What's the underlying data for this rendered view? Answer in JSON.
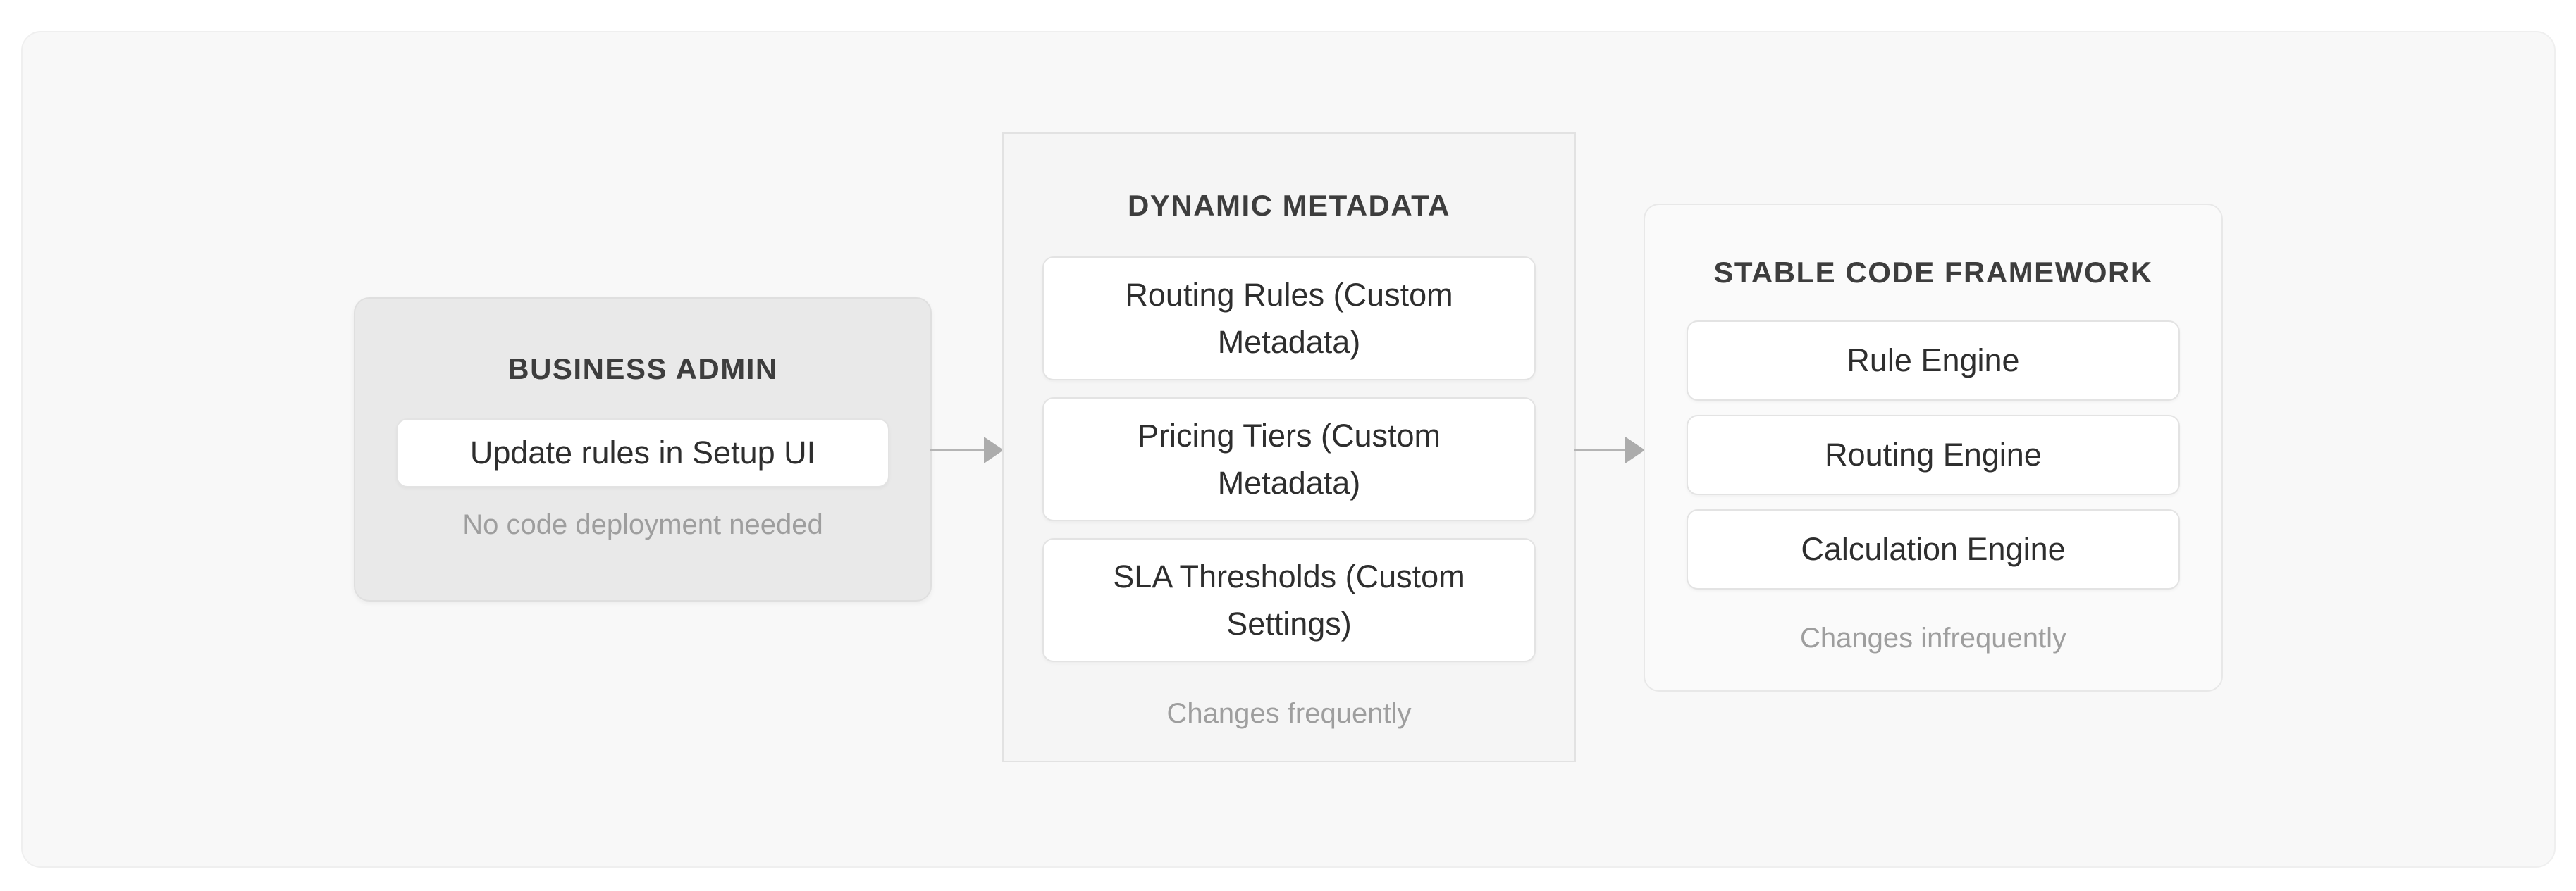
{
  "diagram": {
    "groups": [
      {
        "id": "business-admin",
        "title": "BUSINESS ADMIN",
        "items": [
          "Update rules in Setup UI"
        ],
        "note": "No code deployment needed"
      },
      {
        "id": "dynamic-metadata",
        "title": "DYNAMIC METADATA",
        "items": [
          "Routing Rules (Custom Metadata)",
          "Pricing Tiers (Custom Metadata)",
          "SLA Thresholds (Custom Settings)"
        ],
        "note": "Changes frequently"
      },
      {
        "id": "stable-code-framework",
        "title": "STABLE CODE FRAMEWORK",
        "items": [
          "Rule Engine",
          "Routing Engine",
          "Calculation Engine"
        ],
        "note": "Changes infrequently"
      }
    ],
    "connections": [
      {
        "from": "business-admin",
        "to": "dynamic-metadata"
      },
      {
        "from": "dynamic-metadata",
        "to": "stable-code-framework"
      }
    ],
    "colors": {
      "page_bg": "#ffffff",
      "panel_bg": "#f8f8f8",
      "business_box_bg": "#e9e9e9",
      "metadata_box_bg": "#f5f5f5",
      "framework_box_bg": "#fafafa",
      "node_bg": "#ffffff",
      "node_border": "#e3e3e3",
      "title_text": "#3d3d3d",
      "node_text": "#2e2e2e",
      "note_text": "#9e9e9e",
      "arrow": "#b4b4b4"
    }
  }
}
